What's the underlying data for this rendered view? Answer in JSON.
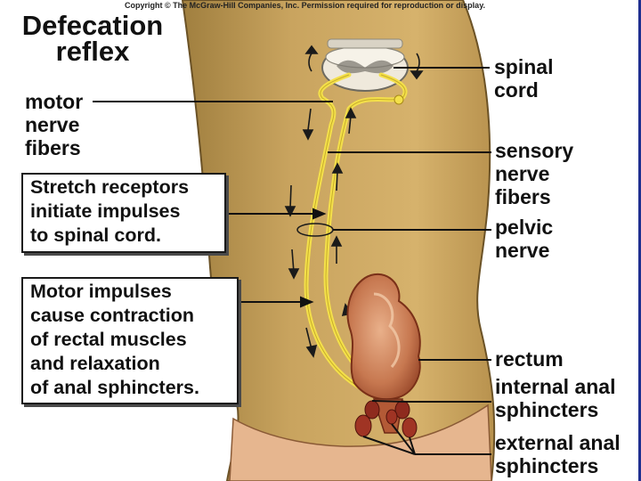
{
  "copyright": "Copyright © The McGraw-Hill Companies, Inc. Permission required for reproduction or display.",
  "title": [
    "Defecation",
    "reflex"
  ],
  "labels": {
    "spinal_cord": [
      "spinal",
      "cord"
    ],
    "motor_nerve_fibers": [
      "motor",
      "nerve",
      "fibers"
    ],
    "sensory_nerve_fibers": [
      "sensory",
      "nerve",
      "fibers"
    ],
    "pelvic_nerve": [
      "pelvic",
      "nerve"
    ],
    "rectum": [
      "rectum"
    ],
    "internal_anal_sphincters": [
      "internal anal",
      "sphincters"
    ],
    "external_anal_sphincters": [
      "external anal",
      "sphincters"
    ]
  },
  "callouts": {
    "stretch_receptors": [
      "Stretch receptors",
      "initiate impulses",
      "to spinal cord."
    ],
    "motor_impulses": [
      "Motor impulses",
      "cause contraction",
      "of rectal muscles",
      "and relaxation",
      "of anal sphincters."
    ]
  },
  "colors": {
    "skin": "#c9a260",
    "skin_shadow": "#9c7a3c",
    "nerve": "#f4e04a",
    "rectum": "#c46a45",
    "sphincter": "#8e2b1e",
    "frame": "#1f2f8f"
  }
}
